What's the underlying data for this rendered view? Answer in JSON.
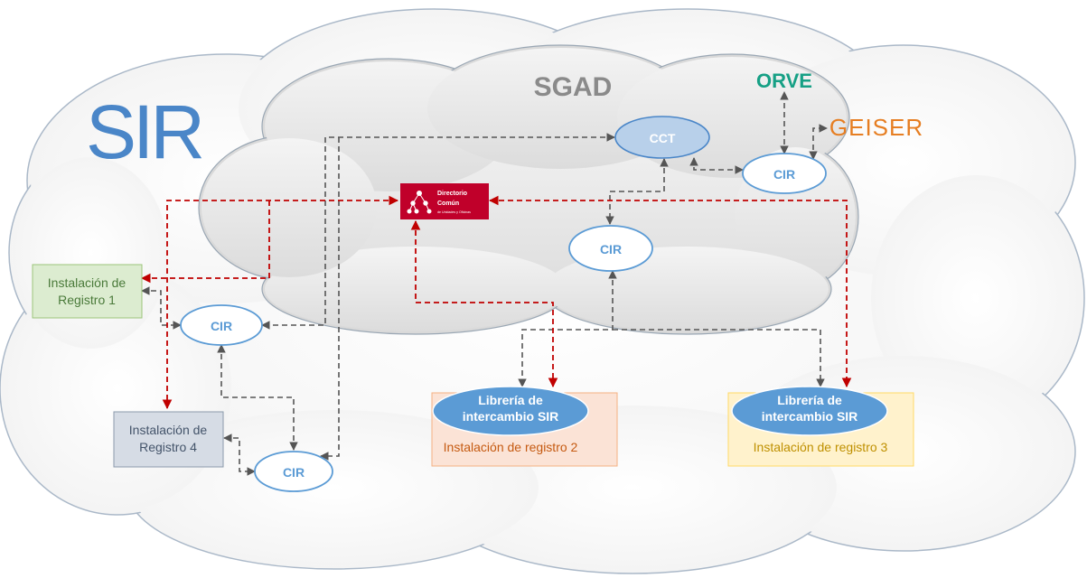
{
  "logo": {
    "text": "SIR"
  },
  "cloud": {
    "title": "SGAD"
  },
  "external": {
    "orve": "ORVE",
    "geiser": "GEISER"
  },
  "directorio": {
    "line1": "Directorio",
    "line2": "Común",
    "line3": "de Unidades y Oficinas"
  },
  "nodes": {
    "cct": "CCT",
    "cir_top": "CIR",
    "cir_mid": "CIR",
    "cir_left": "CIR",
    "cir_bottom": "CIR"
  },
  "registro1": {
    "line1": "Instalación de",
    "line2": "Registro 1"
  },
  "registro4": {
    "line1": "Instalación de",
    "line2": "Registro 4"
  },
  "registro2": {
    "lib_line1": "Librería de",
    "lib_line2": "intercambio SIR",
    "caption": "Instalación de registro 2"
  },
  "registro3": {
    "lib_line1": "Librería de",
    "lib_line2": "intercambio SIR",
    "caption": "Instalación de registro 3"
  },
  "colors": {
    "dark_dash": "#555555",
    "red_dash": "#c00000",
    "blue": "#5b9bd5",
    "sir_blue": "#4a86c8",
    "directorio": "#c0002a",
    "orve": "#16a085",
    "geiser": "#e67e22"
  }
}
